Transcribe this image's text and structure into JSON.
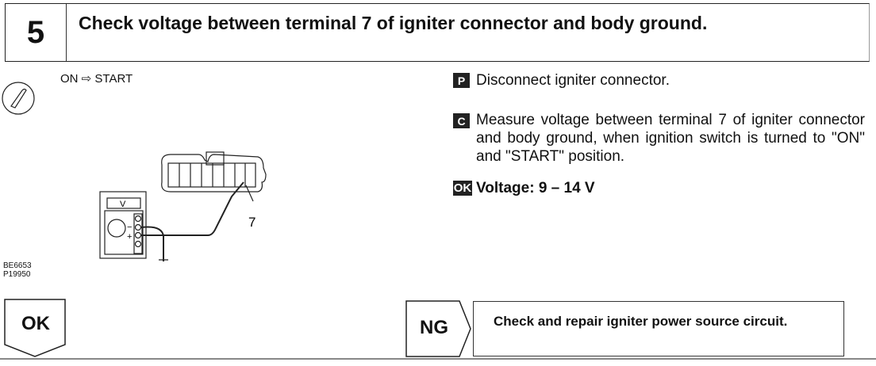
{
  "header": {
    "step_number": "5",
    "title": "Check voltage between terminal 7 of igniter connector and body ground."
  },
  "diagram": {
    "switch_label": "ON ⇨ START",
    "meter_label": "V",
    "minus": "−",
    "plus": "+",
    "terminal_label": "7",
    "codes": [
      "BE6653",
      "P19950"
    ]
  },
  "steps": [
    {
      "badge": "P",
      "text": "Disconnect igniter connector."
    },
    {
      "badge": "C",
      "text": "Measure voltage between terminal 7 of igniter connector and body ground, when ignition switch is turned to \"ON\" and \"START\" position."
    },
    {
      "badge": "OK",
      "text": "Voltage:  9 – 14 V"
    }
  ],
  "ok_branch": {
    "label": "OK"
  },
  "ng_branch": {
    "label": "NG",
    "action": "Check and repair igniter power source circuit."
  }
}
